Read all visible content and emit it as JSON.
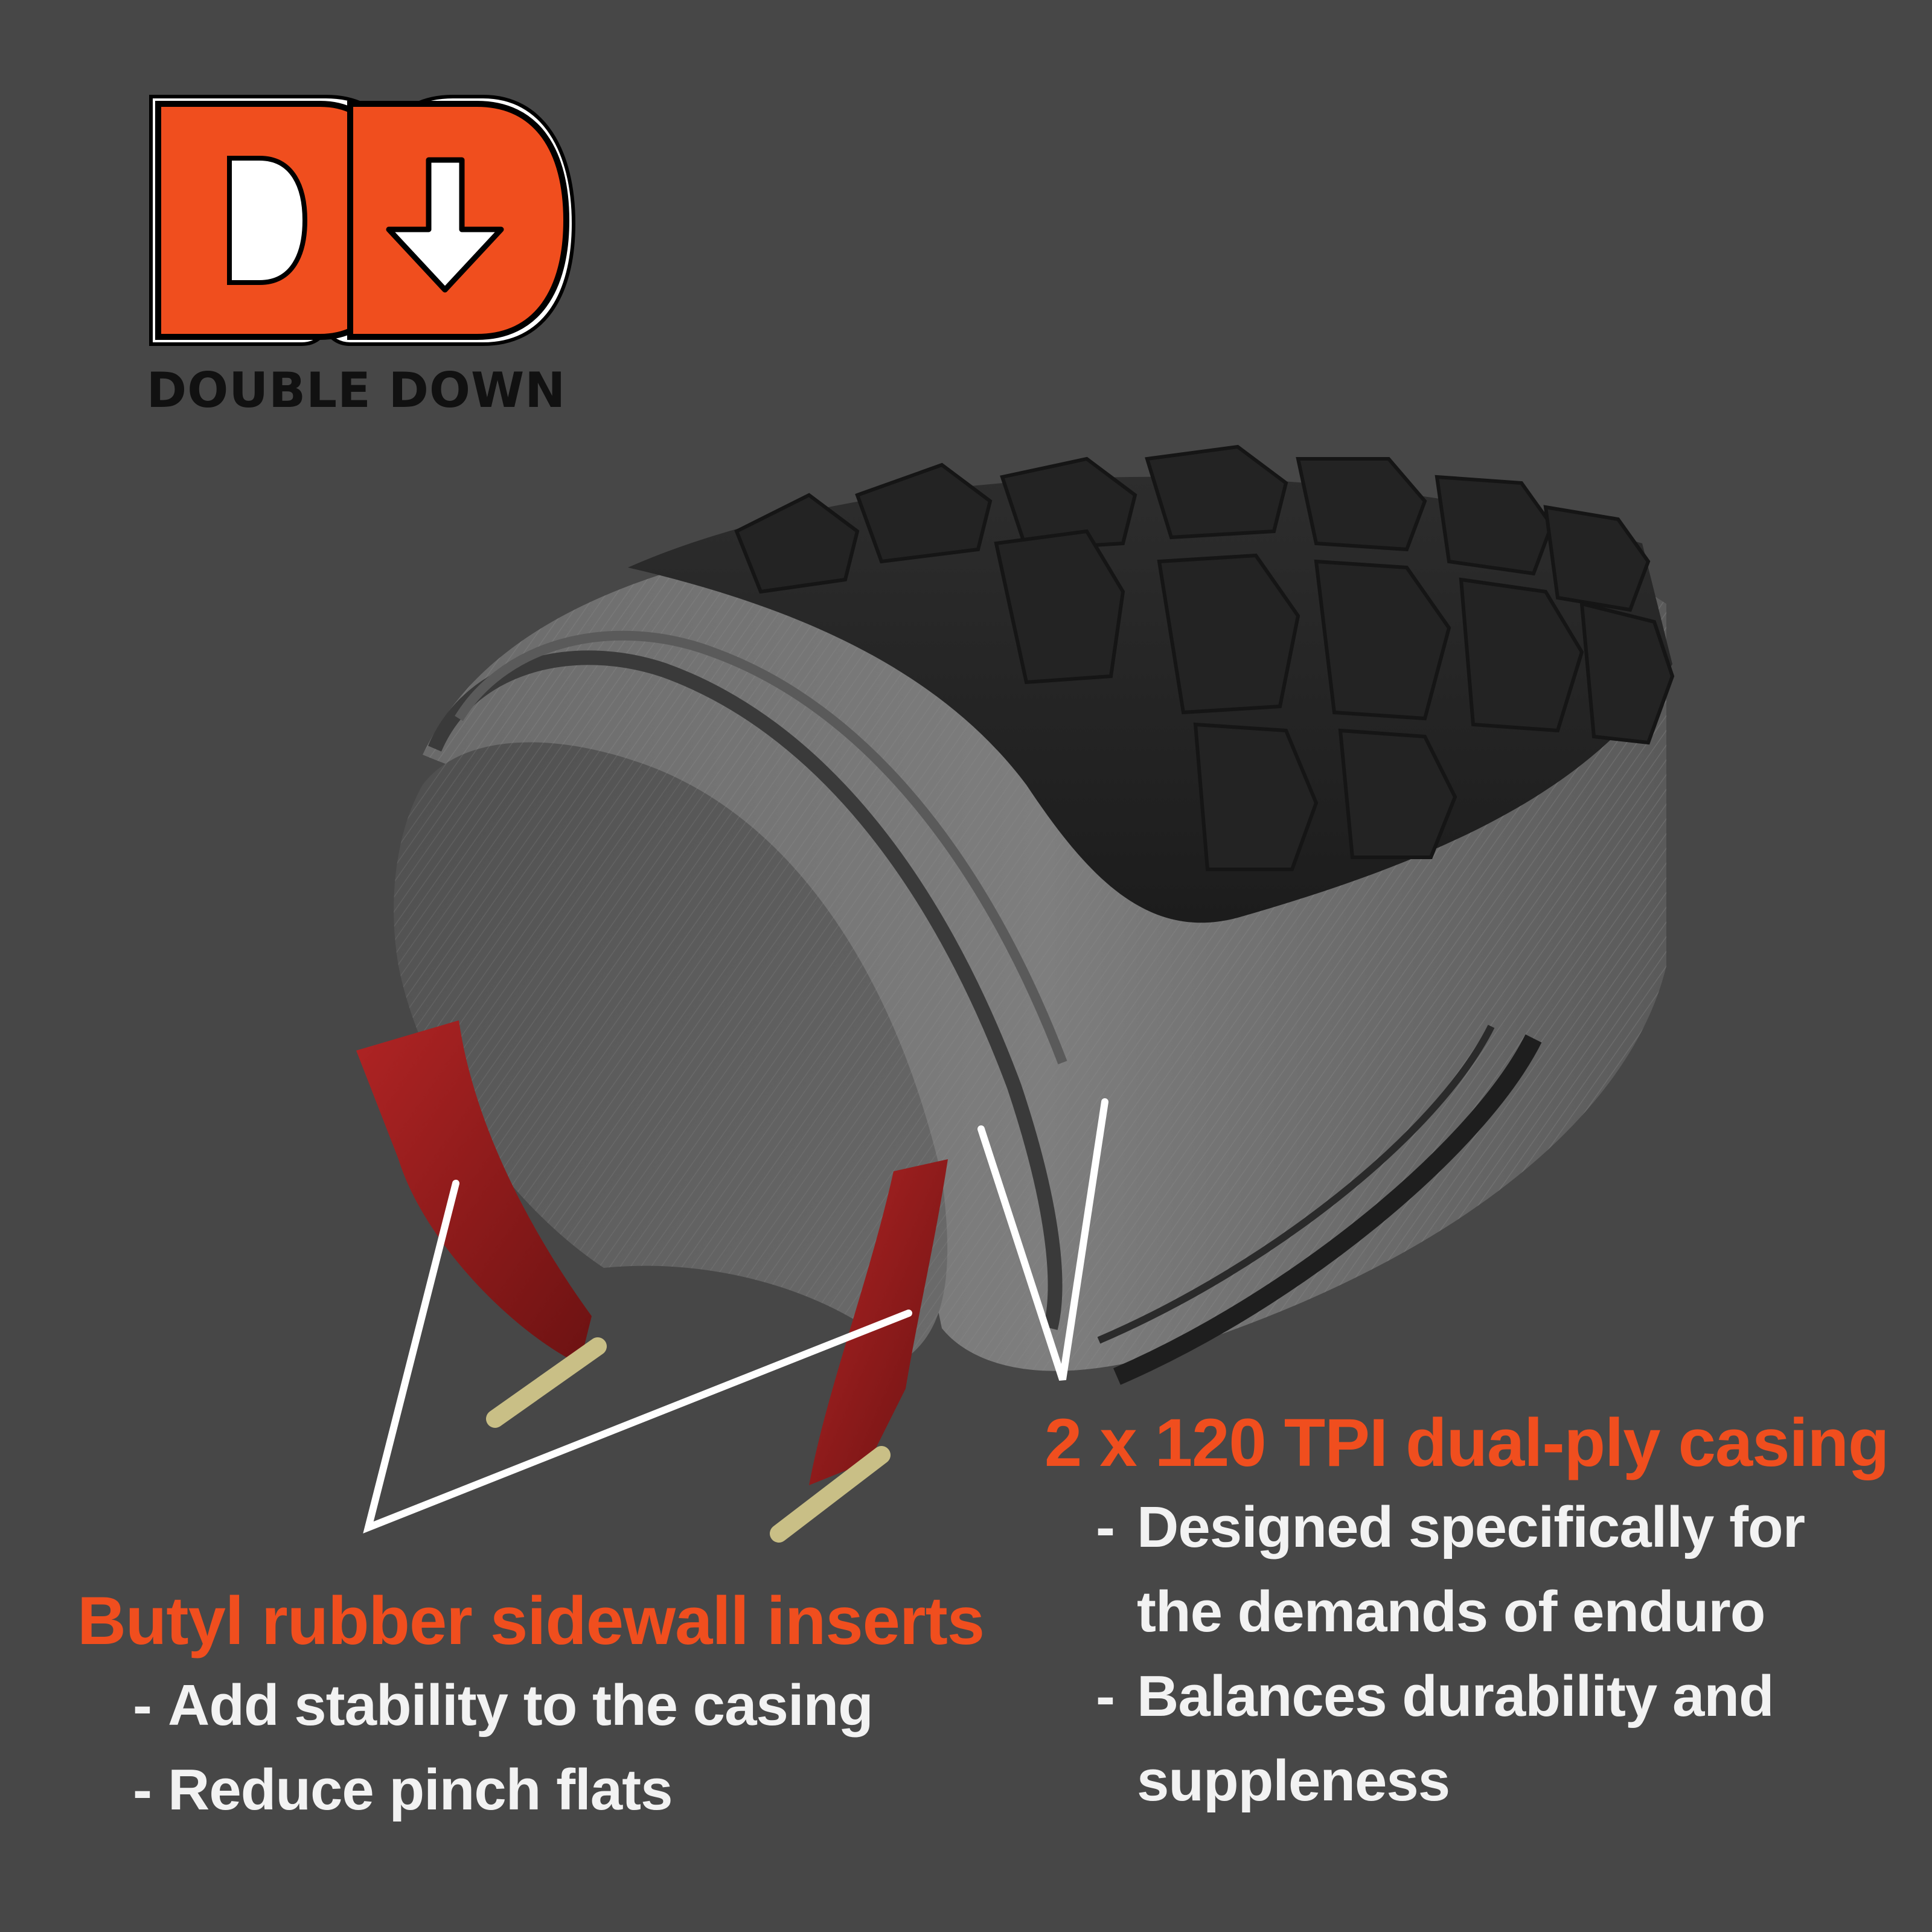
{
  "logo": {
    "label": "DOUBLE DOWN",
    "mark": "DD",
    "brand_color": "#f04e1e"
  },
  "callouts": {
    "casing": {
      "heading": "2 x 120 TPI dual-ply casing",
      "bullets": [
        "Designed specifically for",
        "the demands of enduro",
        "Balances durability and",
        "suppleness"
      ]
    },
    "inserts": {
      "heading": "Butyl rubber sidewall inserts",
      "bullets": [
        "Add stability to the casing",
        "Reduce pinch flats"
      ]
    }
  },
  "colors": {
    "background": "#474747",
    "heading": "#f04e1e",
    "body_text": "#f2f2f2",
    "insert_red": "#8c1a1a"
  }
}
